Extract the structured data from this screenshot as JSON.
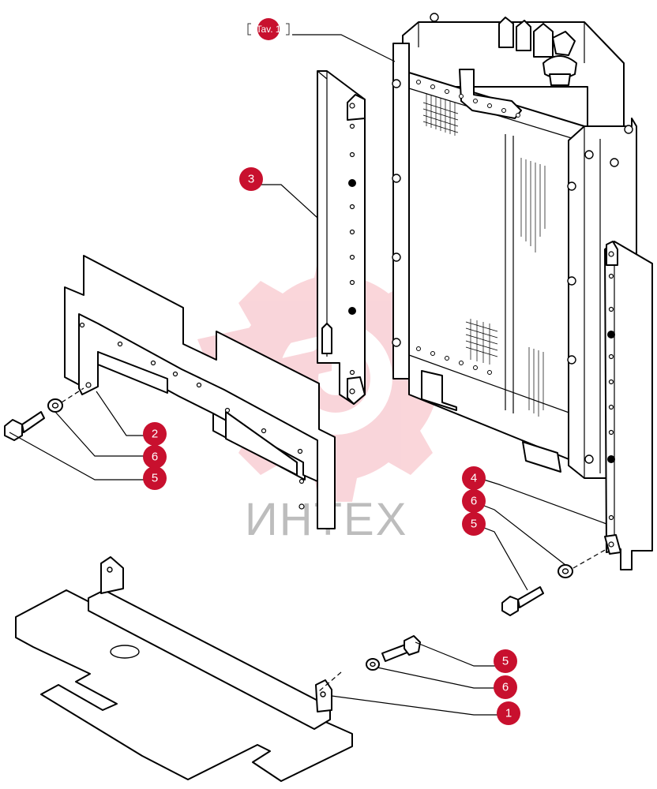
{
  "reference": {
    "label": "Tav. 1"
  },
  "watermark": {
    "text": "ИНТЕХ",
    "color": "#f08a96"
  },
  "callouts": [
    {
      "id": "callout-3",
      "label": "3"
    },
    {
      "id": "callout-2",
      "label": "2"
    },
    {
      "id": "callout-6-left",
      "label": "6"
    },
    {
      "id": "callout-5-left",
      "label": "5"
    },
    {
      "id": "callout-4",
      "label": "4"
    },
    {
      "id": "callout-6-right",
      "label": "6"
    },
    {
      "id": "callout-5-right",
      "label": "5"
    },
    {
      "id": "callout-5-bottom",
      "label": "5"
    },
    {
      "id": "callout-6-bottom",
      "label": "6"
    },
    {
      "id": "callout-1",
      "label": "1"
    }
  ],
  "colors": {
    "callout": "#c8102e",
    "line": "#000000"
  }
}
